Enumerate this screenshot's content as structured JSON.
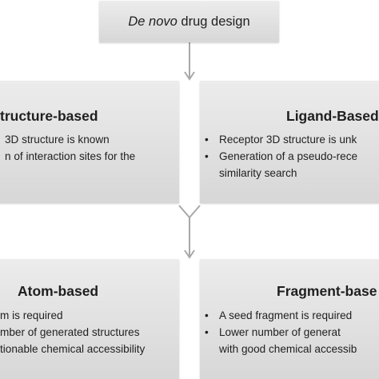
{
  "top": {
    "title_italic": "De novo",
    "title_rest": "drug design"
  },
  "panels": {
    "structure_based": {
      "title": "tructure-based",
      "bullets": [
        "3D structure is known",
        "n of interaction sites for the"
      ]
    },
    "ligand_based": {
      "title": "Ligand-Based",
      "bullets": [
        "Receptor 3D structure is unk",
        "Generation of a pseudo-rece"
      ],
      "bullet2_cont": "similarity search"
    },
    "atom_based": {
      "title": "Atom-based",
      "bullets": [
        "m is required",
        "mber of generated structures",
        "tionable chemical accessibility"
      ]
    },
    "fragment_based": {
      "title": "Fragment-base",
      "bullets": [
        "A seed fragment is required",
        "Lower number of generat"
      ],
      "bullet2_cont": "with good chemical accessib"
    }
  },
  "bullet_char": "•",
  "colors": {
    "box_fill": "#dcdcdc",
    "connector": "#9e9e9e",
    "text": "#1f1f1f"
  }
}
